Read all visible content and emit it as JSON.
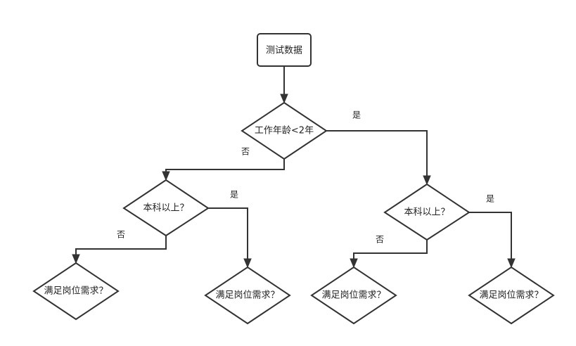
{
  "colors": {
    "stroke": "#333333",
    "text": "#222222",
    "background": "#ffffff"
  },
  "nodes": {
    "test_data": "测试数据",
    "years_lt_2": "工作年龄<2年",
    "bachelor_left": "本科以上？",
    "bachelor_right": "本科以上？",
    "req_1": "满足岗位需求？",
    "req_2": "满足岗位需求？",
    "req_3": "满足岗位需求？",
    "req_4": "满足岗位需求？"
  },
  "edges": {
    "years_yes": "是",
    "years_no": "否",
    "left_yes": "是",
    "left_no": "否",
    "right_yes": "是",
    "right_no": "否"
  }
}
